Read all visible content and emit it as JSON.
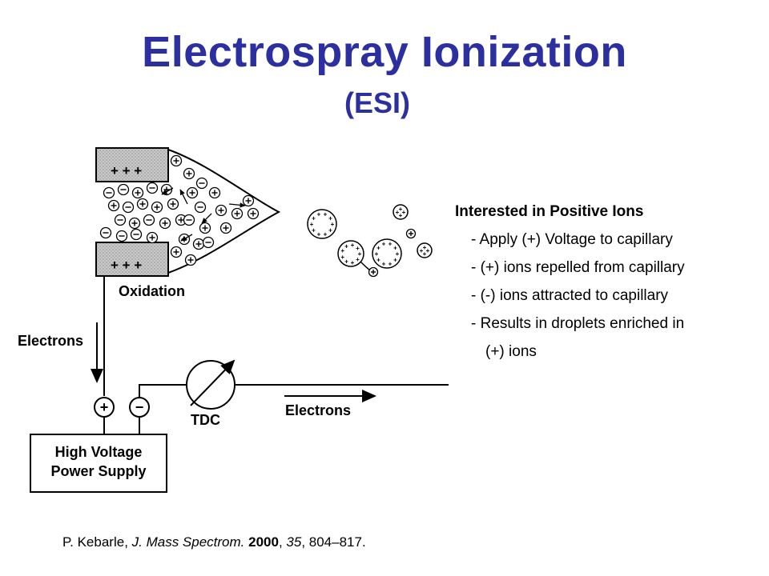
{
  "title": {
    "main": "Electrospray Ionization",
    "sub": "(ESI)"
  },
  "diagram": {
    "plate_charge": "+ + +",
    "oxidation": "Oxidation",
    "electrons_left": "Electrons",
    "electrons_right": "Electrons",
    "tdc": "TDC",
    "plus_terminal": "+",
    "minus_terminal": "−",
    "supply_line1": "High Voltage",
    "supply_line2": "Power Supply"
  },
  "notes": {
    "heading": "Interested in Positive Ions",
    "items": [
      "- Apply (+) Voltage to capillary",
      "- (+) ions repelled from capillary",
      "- (-) ions attracted to capillary",
      "- Results in droplets enriched in"
    ],
    "continuation": "(+) ions"
  },
  "citation": {
    "author": "P. Kebarle, ",
    "journal": "J. Mass Spectrom.",
    "year": " 2000",
    "sep1": ", ",
    "volume": "35",
    "pages": ", 804–817."
  },
  "colors": {
    "title": "#2b2f9f",
    "plate_fill": "#c8c8c8"
  }
}
